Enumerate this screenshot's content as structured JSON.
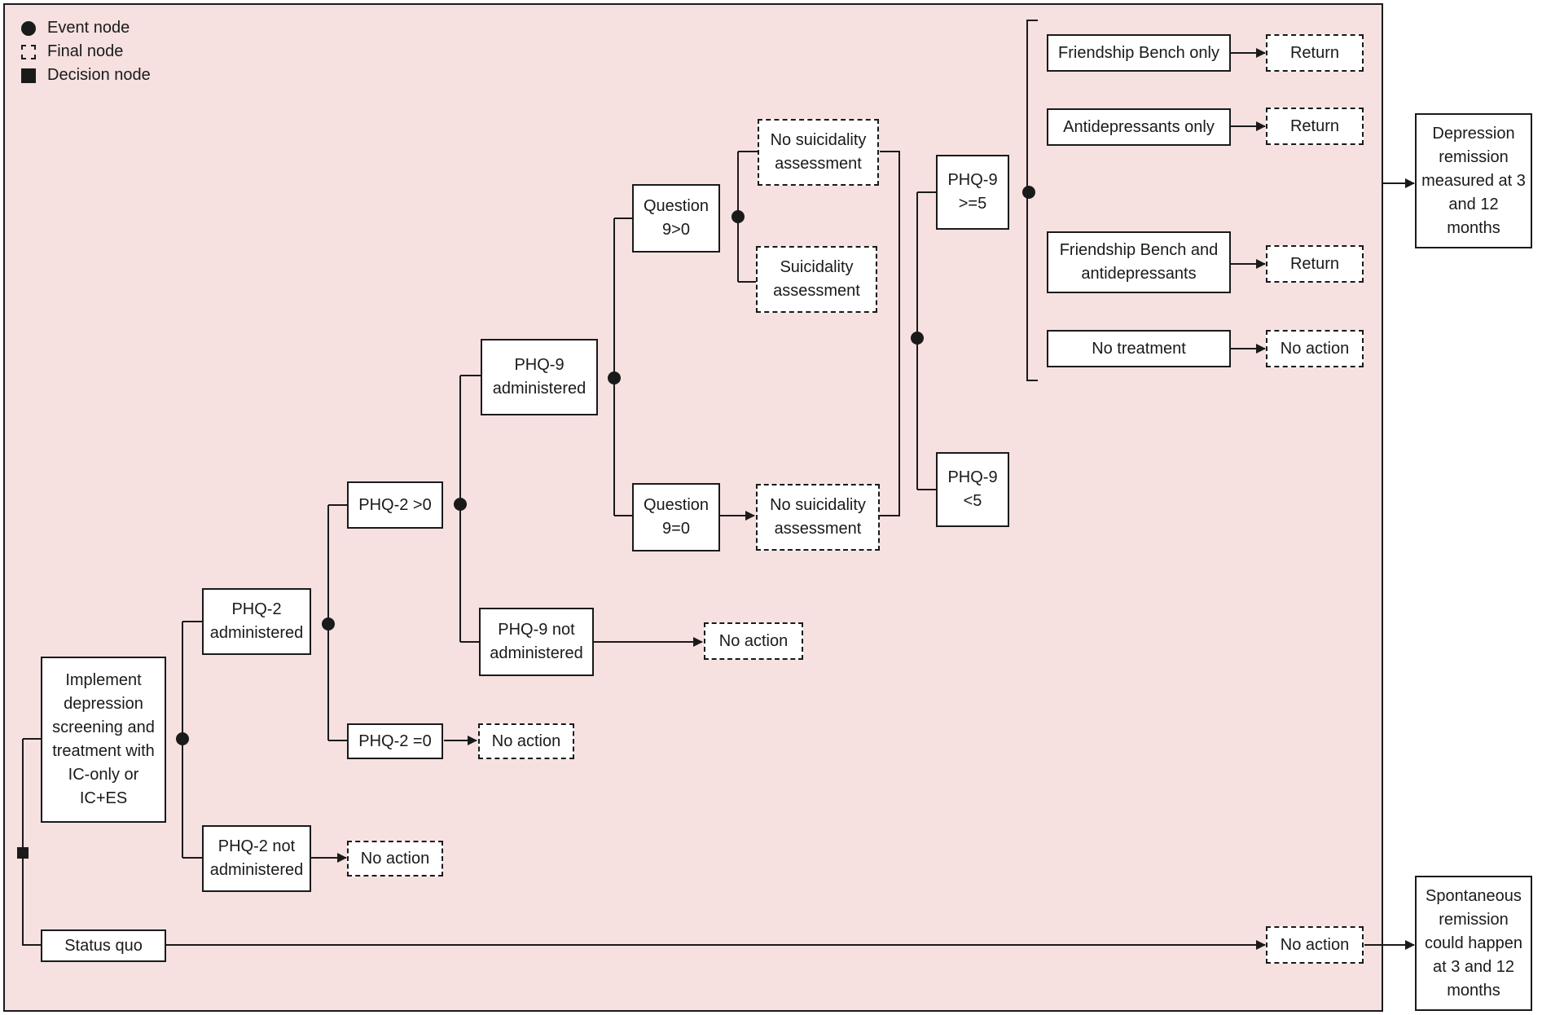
{
  "colors": {
    "background_panel": "#f6e0e0",
    "stroke": "#1a1a1a",
    "box_fill": "#ffffff"
  },
  "legend": {
    "event": "Event node",
    "final": "Final node",
    "decision": "Decision node"
  },
  "nodes": {
    "implement": "Implement depression screening and treatment with IC-only or IC+ES",
    "status_quo": "Status quo",
    "phq2_administered": "PHQ-2 administered",
    "phq2_not_administered": "PHQ-2 not administered",
    "no_action_phq2_not": "No action",
    "phq2_gt0": "PHQ-2 >0",
    "phq2_eq0": "PHQ-2 =0",
    "no_action_phq2_eq0": "No action",
    "phq9_administered": "PHQ-9 administered",
    "phq9_not_administered": "PHQ-9 not administered",
    "no_action_phq9_not": "No action",
    "q9_gt0": "Question 9>0",
    "q9_eq0": "Question 9=0",
    "no_suicidality_top": "No suicidality assessment",
    "suicidality": "Suicidality assessment",
    "no_suicidality_bottom": "No suicidality assessment",
    "phq9_ge5": "PHQ-9 >=5",
    "phq9_lt5": "PHQ-9 <5",
    "fb_only": "Friendship Bench only",
    "ad_only": "Antidepressants only",
    "fb_and_ad": "Friendship Bench and antidepressants",
    "no_treatment": "No treatment",
    "return_1": "Return",
    "return_2": "Return",
    "return_3": "Return",
    "no_action_treat": "No action",
    "no_action_sq": "No action",
    "depression_remission": "Depression remission measured at 3 and 12 months",
    "spontaneous_remission": "Spontaneous remission could happen at 3 and 12 months"
  }
}
